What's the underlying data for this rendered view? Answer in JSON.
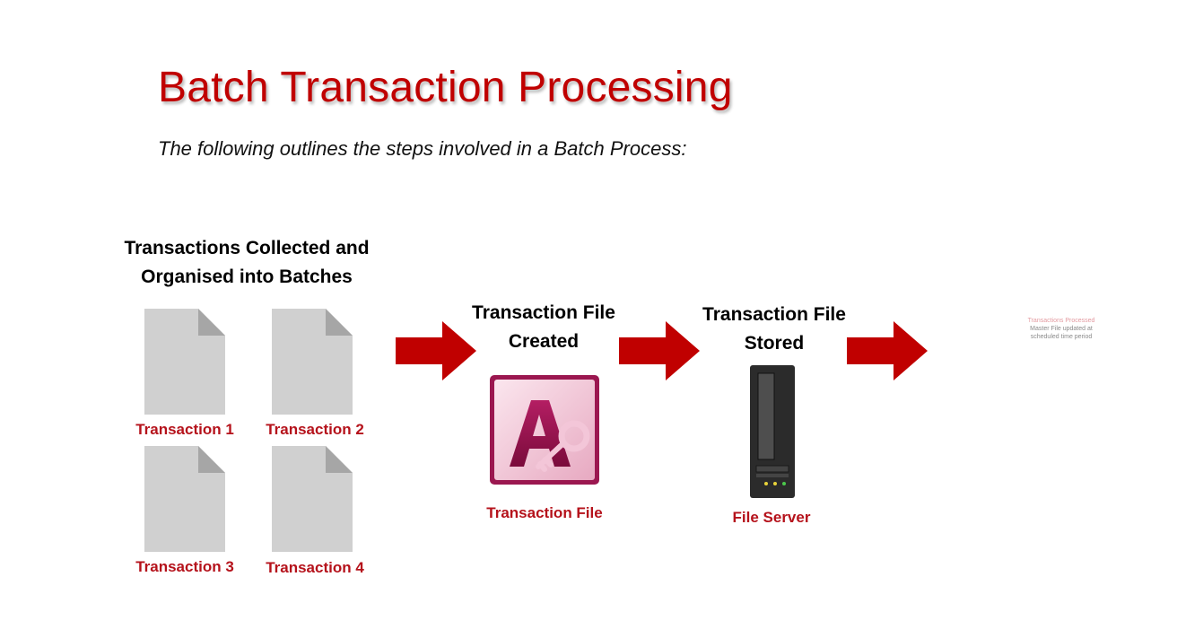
{
  "title": "Batch Transaction Processing",
  "subtitle": "The following outlines the steps involved in a Batch Process:",
  "steps": {
    "collected": {
      "heading_line1": "Transactions Collected and",
      "heading_line2": "Organised into Batches",
      "transactions": [
        "Transaction 1",
        "Transaction 2",
        "Transaction 3",
        "Transaction 4"
      ]
    },
    "created": {
      "heading_line1": "Transaction File",
      "heading_line2": "Created",
      "icon": "access-database-icon",
      "label": "Transaction File"
    },
    "stored": {
      "heading_line1": "Transaction File",
      "heading_line2": "Stored",
      "icon": "file-server-icon",
      "label": "File Server"
    },
    "processed": {
      "line1": "Transactions Processed",
      "line2": "Master File updated at",
      "line3": "scheduled time period"
    }
  },
  "colors": {
    "accent": "#c00000",
    "label_red": "#b5121b",
    "document_gray": "#d0d0d0",
    "document_fold": "#a6a6a6",
    "server_black": "#2b2b2b",
    "access_magenta": "#a4195a"
  }
}
